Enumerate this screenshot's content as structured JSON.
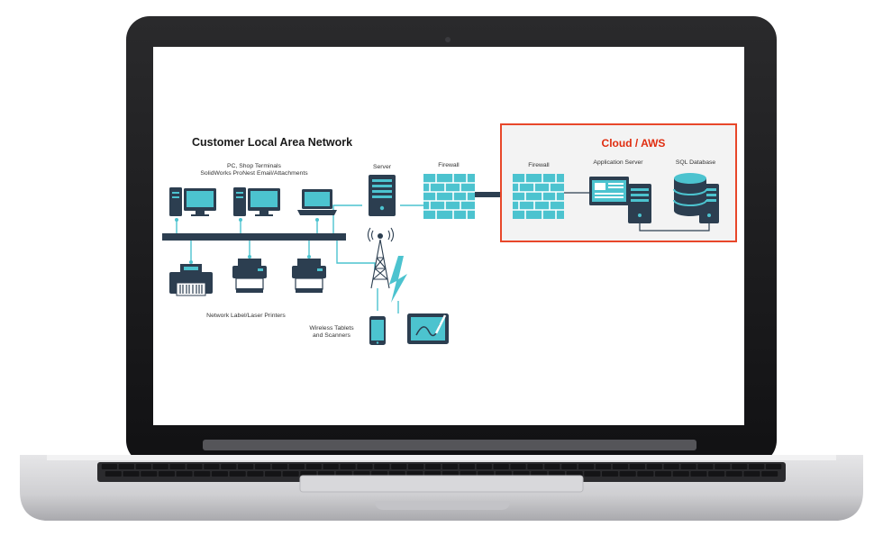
{
  "title": "Customer Local Area Network",
  "labels": {
    "pc_line1": "PC, Shop Terminals",
    "pc_line2": "SolidWorks ProNest Email/Attachments",
    "server": "Server",
    "firewall_lan": "Firewall",
    "printers": "Network Label/Laser Printers",
    "wireless_line1": "Wireless Tablets",
    "wireless_line2": "and Scanners"
  },
  "cloud": {
    "title": "Cloud / AWS",
    "firewall": "Firewall",
    "app_server": "Application Server",
    "sql_db": "SQL Database"
  },
  "colors": {
    "accent": "#4cc3cf",
    "dark": "#2c3e50",
    "cloud_border": "#e8472a",
    "cloud_title": "#e02d10",
    "cloud_bg": "#f3f3f3"
  }
}
